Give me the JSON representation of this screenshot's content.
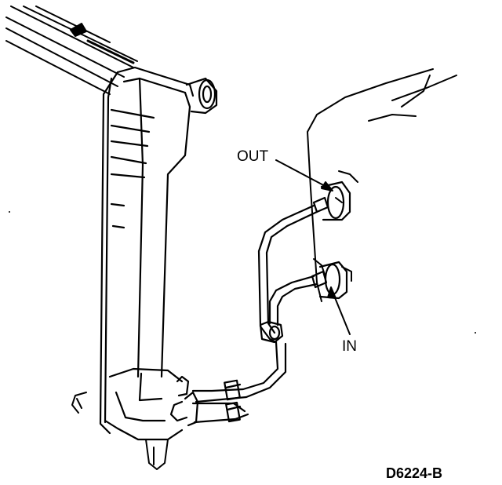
{
  "labels": {
    "out": "OUT",
    "in": "IN",
    "figure_code": "D6224-B"
  },
  "colors": {
    "ink": "#000000",
    "paper": "#ffffff"
  },
  "parts": [
    "radiator-core",
    "radiator-tank",
    "upper-hose-neck",
    "transmission-case",
    "out-fitting",
    "in-fitting",
    "cooler-line-upper",
    "cooler-line-lower",
    "line-clip",
    "hose-clamps",
    "drain-petcock"
  ]
}
